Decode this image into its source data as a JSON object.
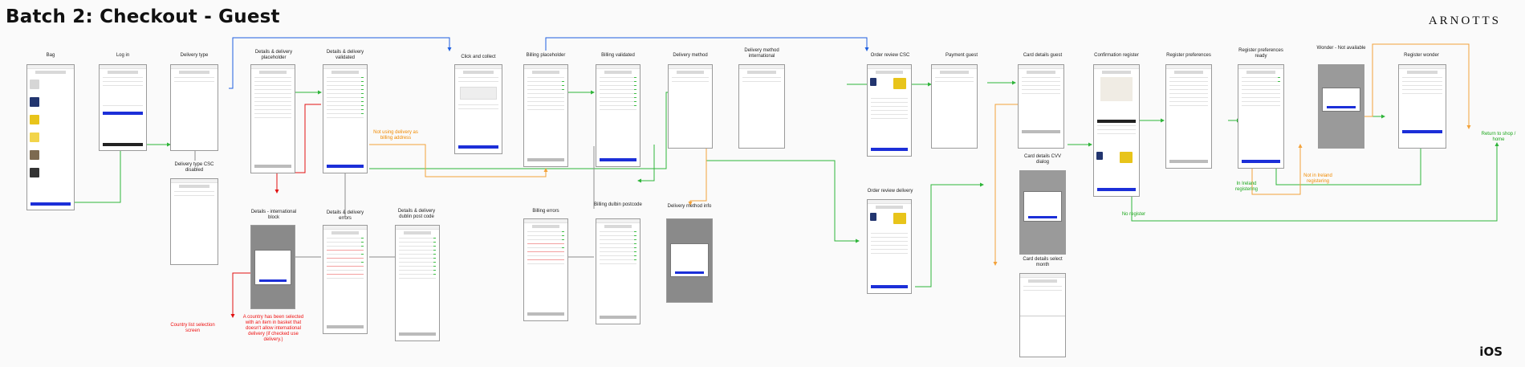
{
  "board": {
    "title": "Batch 2: Checkout - Guest",
    "brand": "ARNOTTS",
    "platform": "iOS"
  },
  "screens": [
    {
      "id": "bag",
      "label": "Bag"
    },
    {
      "id": "login",
      "label": "Log in"
    },
    {
      "id": "delivery-type",
      "label": "Delivery type"
    },
    {
      "id": "delivery-type-csc-disabled",
      "label": "Delivery type CSC disabled"
    },
    {
      "id": "details-placeholder",
      "label": "Details & delivery placeholder"
    },
    {
      "id": "details-validated",
      "label": "Details & delivery validated"
    },
    {
      "id": "details-international-block",
      "label": "Details - international block"
    },
    {
      "id": "details-errors",
      "label": "Details & delivery errors"
    },
    {
      "id": "details-dublin-postcode",
      "label": "Details & delivery dublin post code"
    },
    {
      "id": "click-and-collect",
      "label": "Click and collect"
    },
    {
      "id": "billing-placeholder",
      "label": "Billing placeholder"
    },
    {
      "id": "billing-errors",
      "label": "Billing errors"
    },
    {
      "id": "billing-validated",
      "label": "Billing validated"
    },
    {
      "id": "billing-dublin-postcode",
      "label": "Billing dulbin postcode"
    },
    {
      "id": "delivery-method",
      "label": "Delivery method"
    },
    {
      "id": "delivery-method-international",
      "label": "Delivery method international"
    },
    {
      "id": "delivery-method-info",
      "label": "Delivery method info"
    },
    {
      "id": "order-review-csc",
      "label": "Order review CSC"
    },
    {
      "id": "order-review-delivery",
      "label": "Order review delivery"
    },
    {
      "id": "payment-guest",
      "label": "Payment guest"
    },
    {
      "id": "card-details-guest",
      "label": "Card details guest"
    },
    {
      "id": "card-details-cvv",
      "label": "Card details CVV dialog"
    },
    {
      "id": "card-details-month",
      "label": "Card details select month"
    },
    {
      "id": "confirmation-register",
      "label": "Confirmation register"
    },
    {
      "id": "register-preferences",
      "label": "Register preferences"
    },
    {
      "id": "register-preferences-ready",
      "label": "Register preferences ready"
    },
    {
      "id": "wonder-not-available",
      "label": "Wonder - Not available"
    },
    {
      "id": "register-wonder",
      "label": "Register wonder"
    }
  ],
  "notes": [
    {
      "id": "country-list",
      "text": "Country list selection screen",
      "color": "#e11111"
    },
    {
      "id": "international-explanation",
      "text": "A country has been selected with an item in basket that doesn't allow international delivery (if checked use delivery.)",
      "color": "#e11111"
    },
    {
      "id": "not-using-delivery",
      "text": "Not using delivery as billing address",
      "color": "#f08a00"
    },
    {
      "id": "in-ireland",
      "text": "In Ireland registering",
      "color": "#1aa61a"
    },
    {
      "id": "not-in-ireland",
      "text": "Not in Ireland registering",
      "color": "#f08a00"
    },
    {
      "id": "no-register",
      "text": "No register",
      "color": "#1aa61a"
    },
    {
      "id": "return-to-shop",
      "text": "Return to shop / home",
      "color": "#1aa61a"
    }
  ],
  "colors": {
    "flow_green": "#2fb53a",
    "flow_blue": "#1f5fe0",
    "flow_orange": "#f3a23a",
    "flow_red": "#e11111",
    "flow_grey": "#8c8c8c",
    "cta_blue": "#1c2fd8"
  }
}
